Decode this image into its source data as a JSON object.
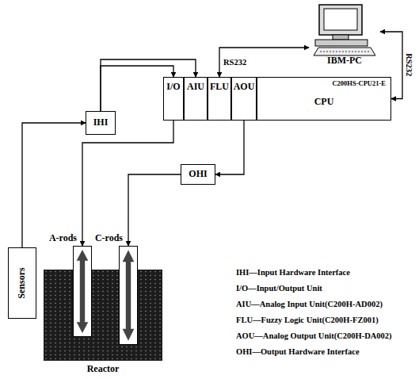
{
  "diagram": {
    "nodes": [
      {
        "text": [
          "IBM-PC"
        ]
      },
      {
        "text": [
          "I/O"
        ]
      },
      {
        "text": [
          "AIU"
        ]
      },
      {
        "text": [
          "FLU"
        ]
      },
      {
        "text": [
          "AOU"
        ]
      },
      {
        "text": [
          "C200HS-CPU21-E",
          "CPU"
        ]
      },
      {
        "text": [
          "IHI"
        ]
      },
      {
        "text": [
          "OHI"
        ]
      },
      {
        "text": [
          "Sensors"
        ]
      },
      {
        "text": [
          "Reactor"
        ]
      },
      {
        "text": [
          "A-rods"
        ],
        "in": 9
      },
      {
        "text": [
          "C-rods"
        ],
        "in": 9
      }
    ],
    "edges": [
      {
        "from": 0,
        "to": 3,
        "arrow": "both",
        "label": "RS232"
      },
      {
        "from": 0,
        "to": 5,
        "arrow": "both",
        "label": "RS232"
      },
      {
        "from": 6,
        "to": 1,
        "arrow": "to"
      },
      {
        "from": 6,
        "to": 2,
        "arrow": "to"
      },
      {
        "from": 8,
        "to": 6,
        "arrow": "to"
      },
      {
        "from": 1,
        "to": 10,
        "arrow": "to"
      },
      {
        "from": 4,
        "to": 7,
        "arrow": "to"
      },
      {
        "from": 7,
        "to": 11,
        "arrow": "to"
      }
    ],
    "labels": [
      "IHI—Input Hardware Interface",
      "I/O—Input/Output Unit",
      "AIU—Analog Input Unit(C200H-AD002)",
      "FLU—Fuzzy Logic Unit(C200H-FZ001)",
      "AOU—Analog Output Unit(C200H-DA002)",
      "OHI—Output Hardware Interface"
    ]
  }
}
